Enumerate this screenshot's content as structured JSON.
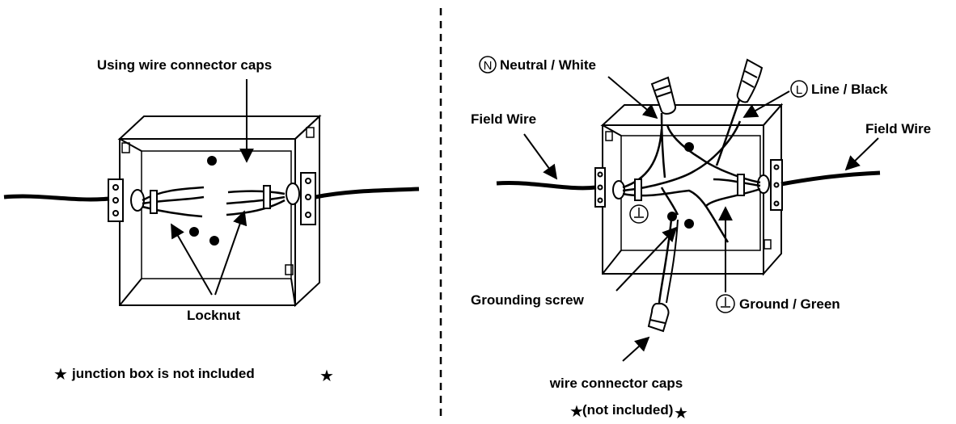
{
  "left_panel": {
    "title": "Using wire connector caps",
    "locknut_label": "Locknut",
    "footnote": "junction box is not included"
  },
  "right_panel": {
    "neutral_symbol": "N",
    "neutral_label": "Neutral / White",
    "line_symbol": "L",
    "line_label": "Line / Black",
    "field_wire_left": "Field Wire",
    "field_wire_right": "Field Wire",
    "grounding_screw_label": "Grounding screw",
    "ground_label": "Ground / Green",
    "caps_label": "wire connector caps",
    "caps_note": "(not included)"
  },
  "icons": [
    "star-icon",
    "ground-symbol-icon",
    "arrow-icon"
  ],
  "colors": {
    "line": "#000000",
    "background": "#ffffff"
  }
}
